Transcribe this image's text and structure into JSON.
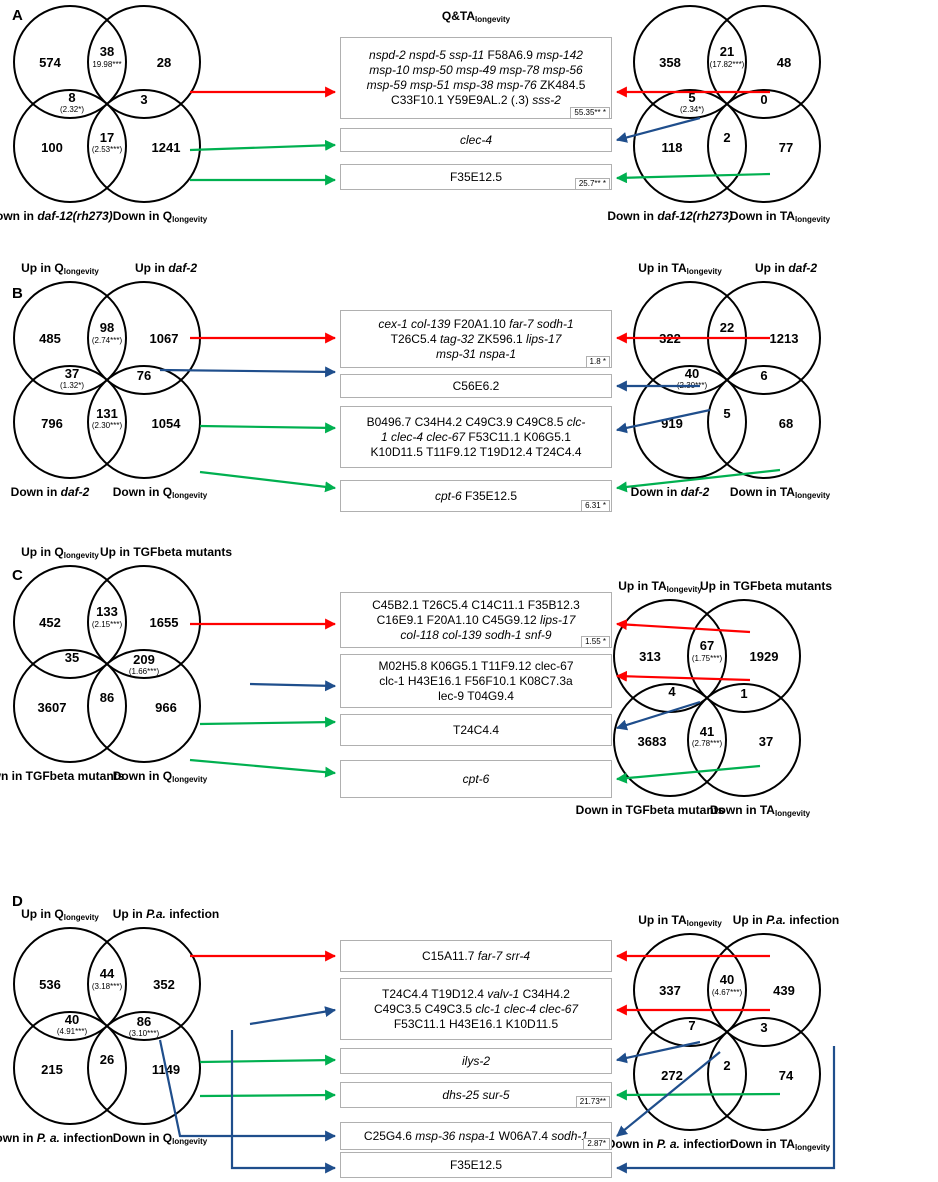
{
  "panels": [
    {
      "letter": "A",
      "center_title": "Q&TA",
      "center_title_sub": "longevity",
      "left": {
        "top_left_label": "Up in Q",
        "top_left_sub": "longevity",
        "top_right_label": "Up in ",
        "top_right_italic": "daf-12(rh273)",
        "bottom_left_label": "Down in ",
        "bottom_left_italic": "daf-12(rh273)",
        "bottom_right_label": "Down in Q",
        "bottom_right_sub": "longevity",
        "n_top_left": "574",
        "n_top_mid": "38",
        "n_top_mid_stat": "19.98***",
        "n_top_right": "28",
        "n_mid_left": "8",
        "n_mid_left_stat": "(2.32*)",
        "n_mid_right": "3",
        "n_bottom_left": "100",
        "n_bottom_mid": "17",
        "n_bottom_mid_stat": "(2.53***)",
        "n_bottom_right": "1241"
      },
      "right": {
        "top_left_label": "Up in TA",
        "top_left_sub": "longevity",
        "top_right_label": "Up in ",
        "top_right_italic": "daf-12(rh273)",
        "bottom_left_label": "Down in ",
        "bottom_left_italic": "daf-12(rh273)",
        "bottom_right_label": "Down in TA",
        "bottom_right_sub": "longevity",
        "n_top_left": "358",
        "n_top_mid": "21",
        "n_top_mid_stat": "(17.82***)",
        "n_top_right": "48",
        "n_mid_left": "5",
        "n_mid_left_stat": "(2.34*)",
        "n_mid_right": "0",
        "n_bottom_left": "118",
        "n_bottom_mid": "2",
        "n_bottom_right": "77"
      },
      "boxes": [
        {
          "lines": [
            "<i>nspd-2 nspd-5 ssp-11</i> F58A6.9 <i>msp-142</i>",
            "<i>msp-10 msp-50 msp-49 msp-78 msp-56</i>",
            "<i>msp-59 msp-51 msp-38 msp-76</i> ZK484.5",
            "C33F10.1 Y59E9AL.2 (.3) <i>sss-2</i>"
          ],
          "stat": "55.35** *"
        },
        {
          "lines": [
            "<i>clec-4</i>"
          ],
          "stat": ""
        },
        {
          "lines": [
            "F35E12.5"
          ],
          "stat": "25.7** *"
        }
      ]
    },
    {
      "letter": "B",
      "left": {
        "top_left_label": "Up in Q",
        "top_left_sub": "longevity",
        "top_right_label": "Up in ",
        "top_right_italic": "daf-2",
        "bottom_left_label": "Down in ",
        "bottom_left_italic": "daf-2",
        "bottom_right_label": "Down in Q",
        "bottom_right_sub": "longevity",
        "n_top_left": "485",
        "n_top_mid": "98",
        "n_top_mid_stat": "(2.74***)",
        "n_top_right": "1067",
        "n_mid_left": "37",
        "n_mid_left_stat": "(1.32*)",
        "n_mid_right": "76",
        "n_bottom_left": "796",
        "n_bottom_mid": "131",
        "n_bottom_mid_stat": "(2.30***)",
        "n_bottom_right": "1054"
      },
      "right": {
        "top_left_label": "Up in TA",
        "top_left_sub": "longevity",
        "top_right_label": "Up in ",
        "top_right_italic": "daf-2",
        "bottom_left_label": "Down in ",
        "bottom_left_italic": "daf-2",
        "bottom_right_label": "Down in TA",
        "bottom_right_sub": "longevity",
        "n_top_left": "322",
        "n_top_mid": "22",
        "n_top_right": "1213",
        "n_mid_left": "40",
        "n_mid_left_stat": "(2.30***)",
        "n_mid_right": "6",
        "n_bottom_left": "919",
        "n_bottom_mid": "5",
        "n_bottom_right": "68"
      },
      "boxes": [
        {
          "lines": [
            "<i>cex-1 col-139</i> F20A1.10 <i>far-7 sodh-1</i>",
            "T26C5.4 <i>tag-32</i> ZK596.1 <i>lips-17</i>",
            "<i>msp-31 nspa-1</i>"
          ],
          "stat": "1.8 *"
        },
        {
          "lines": [
            "C56E6.2"
          ],
          "stat": ""
        },
        {
          "lines": [
            "B0496.7 C34H4.2 C49C3.9 C49C8.5 <i>clc-</i>",
            "<i>1 clec-4 clec-67</i> F53C11.1 K06G5.1",
            "K10D11.5 T11F9.12 T19D12.4 T24C4.4"
          ],
          "stat": ""
        },
        {
          "lines": [
            "<i>cpt-6</i> F35E12.5"
          ],
          "stat": "6.31 *"
        }
      ]
    },
    {
      "letter": "C",
      "left": {
        "top_left_label": "Up in Q",
        "top_left_sub": "longevity",
        "top_right_label": "Up in TGFbeta mutants",
        "top_right_italic": "",
        "bottom_left_label": "Down in TGFbeta mutants",
        "bottom_left_italic": "",
        "bottom_right_label": "Down in Q",
        "bottom_right_sub": "longevity",
        "n_top_left": "452",
        "n_top_mid": "133",
        "n_top_mid_stat": "(2.15***)",
        "n_top_right": "1655",
        "n_mid_left": "35",
        "n_mid_right": "209",
        "n_mid_right_stat": "(1.66***)",
        "n_bottom_left": "3607",
        "n_bottom_mid": "86",
        "n_bottom_right": "966"
      },
      "right": {
        "top_left_label": "Up in TA",
        "top_left_sub": "longevity",
        "top_right_label": "Up in TGFbeta mutants",
        "top_right_italic": "",
        "bottom_left_label": "Down in TGFbeta mutants",
        "bottom_left_italic": "",
        "bottom_right_label": "Down in TA",
        "bottom_right_sub": "longevity",
        "n_top_left": "313",
        "n_top_mid": "67",
        "n_top_mid_stat": "(1.75***)",
        "n_top_right": "1929",
        "n_mid_left": "4",
        "n_mid_right": "1",
        "n_bottom_left": "3683",
        "n_bottom_mid": "41",
        "n_bottom_mid_stat": "(2.78***)",
        "n_bottom_right": "37"
      },
      "boxes": [
        {
          "lines": [
            "C45B2.1 T26C5.4 C14C11.1 F35B12.3",
            "C16E9.1 F20A1.10 C45G9.12 <i>lips-17</i>",
            "<i>col-118 col-139 sodh-1 snf-9</i>"
          ],
          "stat": "1.55 *"
        },
        {
          "lines": [
            "M02H5.8 K06G5.1 T11F9.12 clec-67",
            "clc-1 H43E16.1 F56F10.1 K08C7.3a",
            "lec-9 T04G9.4"
          ],
          "stat": ""
        },
        {
          "lines": [
            "T24C4.4"
          ],
          "stat": ""
        },
        {
          "lines": [
            "<i>cpt-6</i>"
          ],
          "stat": ""
        }
      ]
    },
    {
      "letter": "D",
      "left": {
        "top_left_label": "Up in Q",
        "top_left_sub": "longevity",
        "top_right_label": "Up in ",
        "top_right_italic": "P.a.",
        "top_right_tail": " infection",
        "bottom_left_label": "Down in ",
        "bottom_left_italic": "P. a.",
        "bottom_left_tail": " infection",
        "bottom_right_label": "Down in Q",
        "bottom_right_sub": "longevity",
        "n_top_left": "536",
        "n_top_mid": "44",
        "n_top_mid_stat": "(3.18***)",
        "n_top_right": "352",
        "n_mid_left": "40",
        "n_mid_left_stat": "(4.91***)",
        "n_mid_right": "86",
        "n_mid_right_stat": "(3.10***)",
        "n_bottom_left": "215",
        "n_bottom_mid": "26",
        "n_bottom_right": "1149"
      },
      "right": {
        "top_left_label": "Up in TA",
        "top_left_sub": "longevity",
        "top_right_label": "Up in ",
        "top_right_italic": "P.a.",
        "top_right_tail": " infection",
        "bottom_left_label": "Down in ",
        "bottom_left_italic": "P. a.",
        "bottom_left_tail": " infection",
        "bottom_right_label": "Down in TA",
        "bottom_right_sub": "longevity",
        "n_top_left": "337",
        "n_top_mid": "40",
        "n_top_mid_stat": "(4.67***)",
        "n_top_right": "439",
        "n_mid_left": "7",
        "n_mid_right": "3",
        "n_bottom_left": "272",
        "n_bottom_mid": "2",
        "n_bottom_right": "74"
      },
      "boxes": [
        {
          "lines": [
            "C15A11.7 <i>far-7 srr-4</i>"
          ],
          "stat": ""
        },
        {
          "lines": [
            "T24C4.4 T19D12.4 <i>valv-1</i> C34H4.2",
            "C49C3.5 C49C3.5 <i>clc-1 clec-4 clec-67</i>",
            "F53C11.1 H43E16.1 K10D11.5"
          ],
          "stat": ""
        },
        {
          "lines": [
            "<i>ilys-2</i>"
          ],
          "stat": ""
        },
        {
          "lines": [
            "<i>dhs-25 sur-5</i>"
          ],
          "stat": "21.73**"
        },
        {
          "lines": [
            "C25G4.6 <i>msp-36 nspa-1</i> W06A7.4 <i>sodh-1</i>"
          ],
          "stat": "2.87*"
        },
        {
          "lines": [
            "F35E12.5"
          ],
          "stat": ""
        }
      ]
    }
  ],
  "colors": {
    "up_both": "#ff0000",
    "opposite": "#1f4e8c",
    "down_both": "#00b050",
    "box_border": "#b0b0b0"
  }
}
